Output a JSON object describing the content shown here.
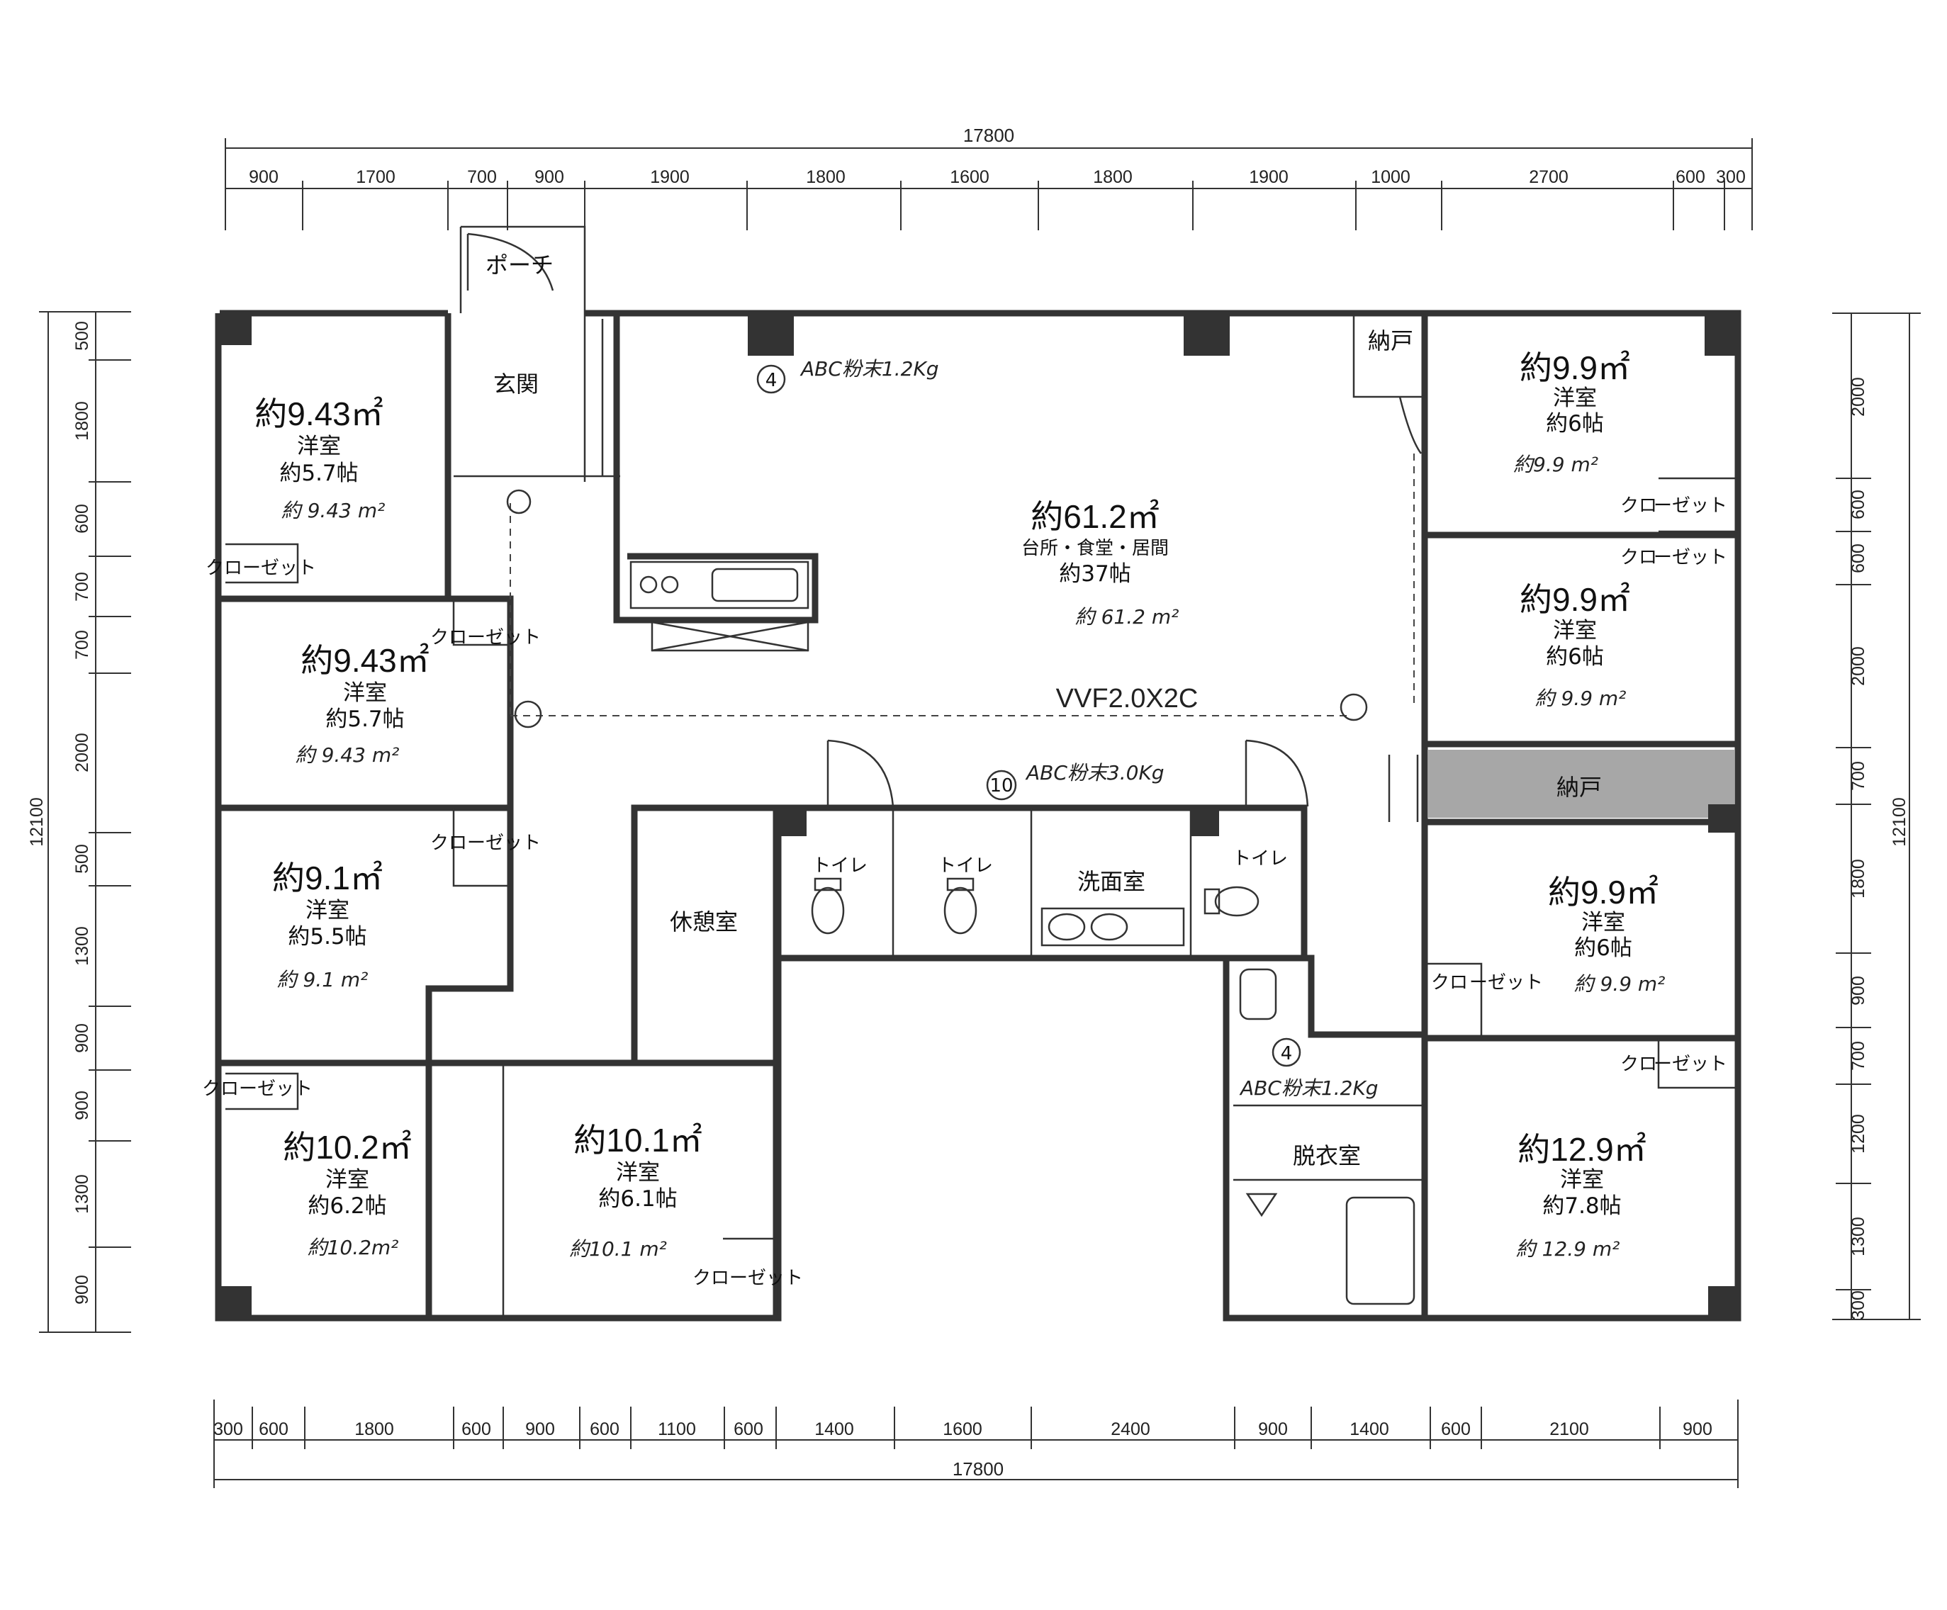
{
  "dimensions": {
    "total_width": "17800",
    "total_depth": "12100",
    "top": [
      "900",
      "1700",
      "700",
      "900",
      "1900",
      "1800",
      "1600",
      "1800",
      "1900",
      "1000",
      "2700",
      "600",
      "300"
    ],
    "bottom": [
      "300",
      "600",
      "1800",
      "600",
      "900",
      "600",
      "1100",
      "600",
      "1400",
      "1600",
      "2400",
      "900",
      "1400",
      "600",
      "2100",
      "900"
    ],
    "left": [
      "500",
      "1800",
      "600",
      "700",
      "700",
      "2000",
      "500",
      "1300",
      "900",
      "900",
      "1300",
      "900"
    ],
    "right": [
      "2000",
      "600",
      "600",
      "2000",
      "700",
      "1800",
      "900",
      "700",
      "1200",
      "1300",
      "300"
    ]
  },
  "rooms": {
    "r1": {
      "area": "約9.43㎡",
      "type": "洋室",
      "tatami": "約5.7帖",
      "note": "約 9.43 m²"
    },
    "r2": {
      "area": "約9.43㎡",
      "type": "洋室",
      "tatami": "約5.7帖",
      "note": "約 9.43 m²"
    },
    "r3": {
      "area": "約9.1㎡",
      "type": "洋室",
      "tatami": "約5.5帖",
      "note": "約 9.1 m²"
    },
    "r4": {
      "area": "約10.2㎡",
      "type": "洋室",
      "tatami": "約6.2帖",
      "note": "約10.2m²"
    },
    "r5": {
      "area": "約10.1㎡",
      "type": "洋室",
      "tatami": "約6.1帖",
      "note": "約10.1 m²"
    },
    "ldk": {
      "area": "約61.2㎡",
      "type": "台所・食堂・居間",
      "tatami": "約37帖",
      "note": "約 61.2 m²"
    },
    "r6": {
      "area": "約9.9㎡",
      "type": "洋室",
      "tatami": "約6帖",
      "note": "約9.9 m²"
    },
    "r7": {
      "area": "約9.9㎡",
      "type": "洋室",
      "tatami": "約6帖",
      "note": "約 9.9 m²"
    },
    "r8": {
      "area": "約9.9㎡",
      "type": "洋室",
      "tatami": "約6帖",
      "note": "約 9.9 m²"
    },
    "r9": {
      "area": "約12.9㎡",
      "type": "洋室",
      "tatami": "約7.8帖",
      "note": "約 12.9 m²"
    }
  },
  "labels": {
    "porch": "ポーチ",
    "entrance": "玄関",
    "storage_top": "納戸",
    "storage_mid": "納戸",
    "rest_room": "休憩室",
    "toilet1": "トイレ",
    "toilet2": "トイレ",
    "toilet3": "トイレ",
    "washroom": "洗面室",
    "dressing": "脱衣室",
    "closet": "クローゼット",
    "closet_a": "クロ",
    "closet_b": "ーゼット"
  },
  "annotations": {
    "ext1_num": "4",
    "ext1": "ABC粉末1.2Kg",
    "ext2_num": "10",
    "ext2": "ABC粉末3.0Kg",
    "ext3_num": "4",
    "ext3": "ABC粉末1.2Kg",
    "wiring": "VVF2.0X2C"
  }
}
